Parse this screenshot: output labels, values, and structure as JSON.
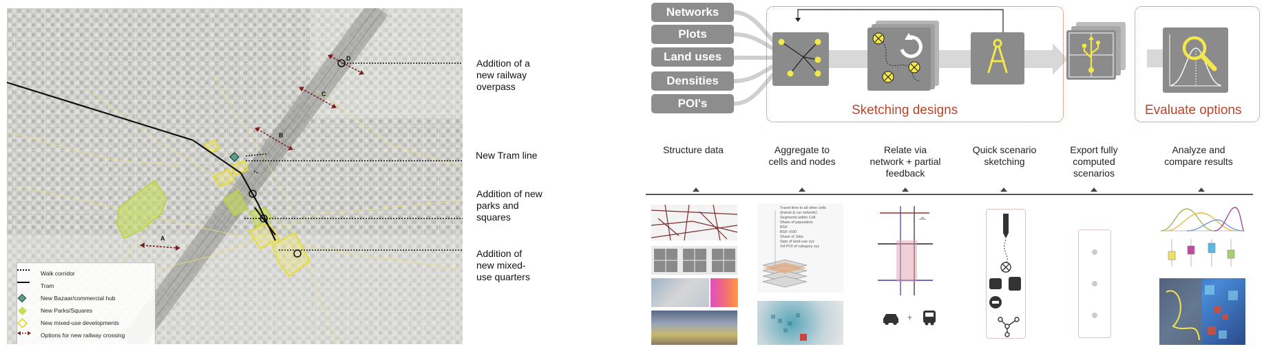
{
  "map": {
    "callouts": [
      "Addition of a\nnew railway\noverpass",
      "New Tram line",
      "Addition of new\nparks and\nsquares",
      "Addition of\nnew mixed-\nuse quarters"
    ],
    "crossing_labels": [
      "D",
      "C",
      "B",
      "A"
    ],
    "legend": [
      "Walk corridor",
      "Tram",
      "New Bazaar/commercial hub",
      "New Parks/Squares",
      "New mixed-use developments",
      "Options for new railway crossing"
    ]
  },
  "workflow": {
    "inputs": [
      "Networks",
      "Plots",
      "Land uses",
      "Densities",
      "POI's"
    ],
    "groups": {
      "sketching": "Sketching designs",
      "evaluate": "Evaluate options"
    },
    "steps": [
      "Structure data",
      "Aggregate to\ncells and nodes",
      "Relate  via\nnetwork + partial\nfeedback",
      "Quick scenario\nsketching",
      "Export fully\ncomputed\nscenarios",
      "Analyze and\ncompare results"
    ],
    "indicator_list": [
      "Travel time to all other cells",
      "(transit & car network)",
      "Segments within Cell",
      "Share of population",
      "BGF",
      "BGF r500",
      "Share of Jobs",
      "Sqm of land-use xyz",
      "#of POI of category xyz"
    ],
    "plus_sign": "+"
  },
  "colors": {
    "accent_red": "#d4522a",
    "label_red": "#b8442a",
    "icon_grey": "#8b8b8b",
    "yellow": "#f2e84a",
    "map_bg": "#c9c9c6"
  }
}
